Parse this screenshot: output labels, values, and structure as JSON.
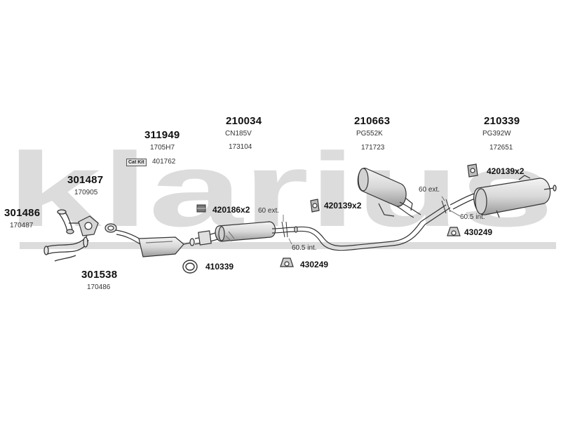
{
  "watermark": "klarius",
  "parts": {
    "p210034": {
      "number": "210034",
      "ref1": "CN185V",
      "ref2": "173104"
    },
    "p311949": {
      "number": "311949",
      "ref1": "1705H7",
      "ref2": "401762",
      "badge": "Cat Kit"
    },
    "p210663": {
      "number": "210663",
      "ref1": "PG552K",
      "ref2": "171723"
    },
    "p210339": {
      "number": "210339",
      "ref1": "PG392W",
      "ref2": "172651"
    },
    "p301487": {
      "number": "301487",
      "ref1": "170905"
    },
    "p301486": {
      "number": "301486",
      "ref1": "170487"
    },
    "p301538": {
      "number": "301538",
      "ref1": "170486"
    }
  },
  "accessories": {
    "a1": "420186x2",
    "a2": "420139x2",
    "a3": "420139x2",
    "a4": "430249",
    "a5": "410339",
    "a6": "430249"
  },
  "notes": {
    "n1": "60 ext.",
    "n2": "60 ext.",
    "n3": "60.5 int.",
    "n4": "60.5 int."
  },
  "colors": {
    "watermark": "#d9d9d9",
    "pipe_stroke": "#333333",
    "part_fill": "#e6e6e6",
    "part_shade": "#bdbdbd"
  }
}
